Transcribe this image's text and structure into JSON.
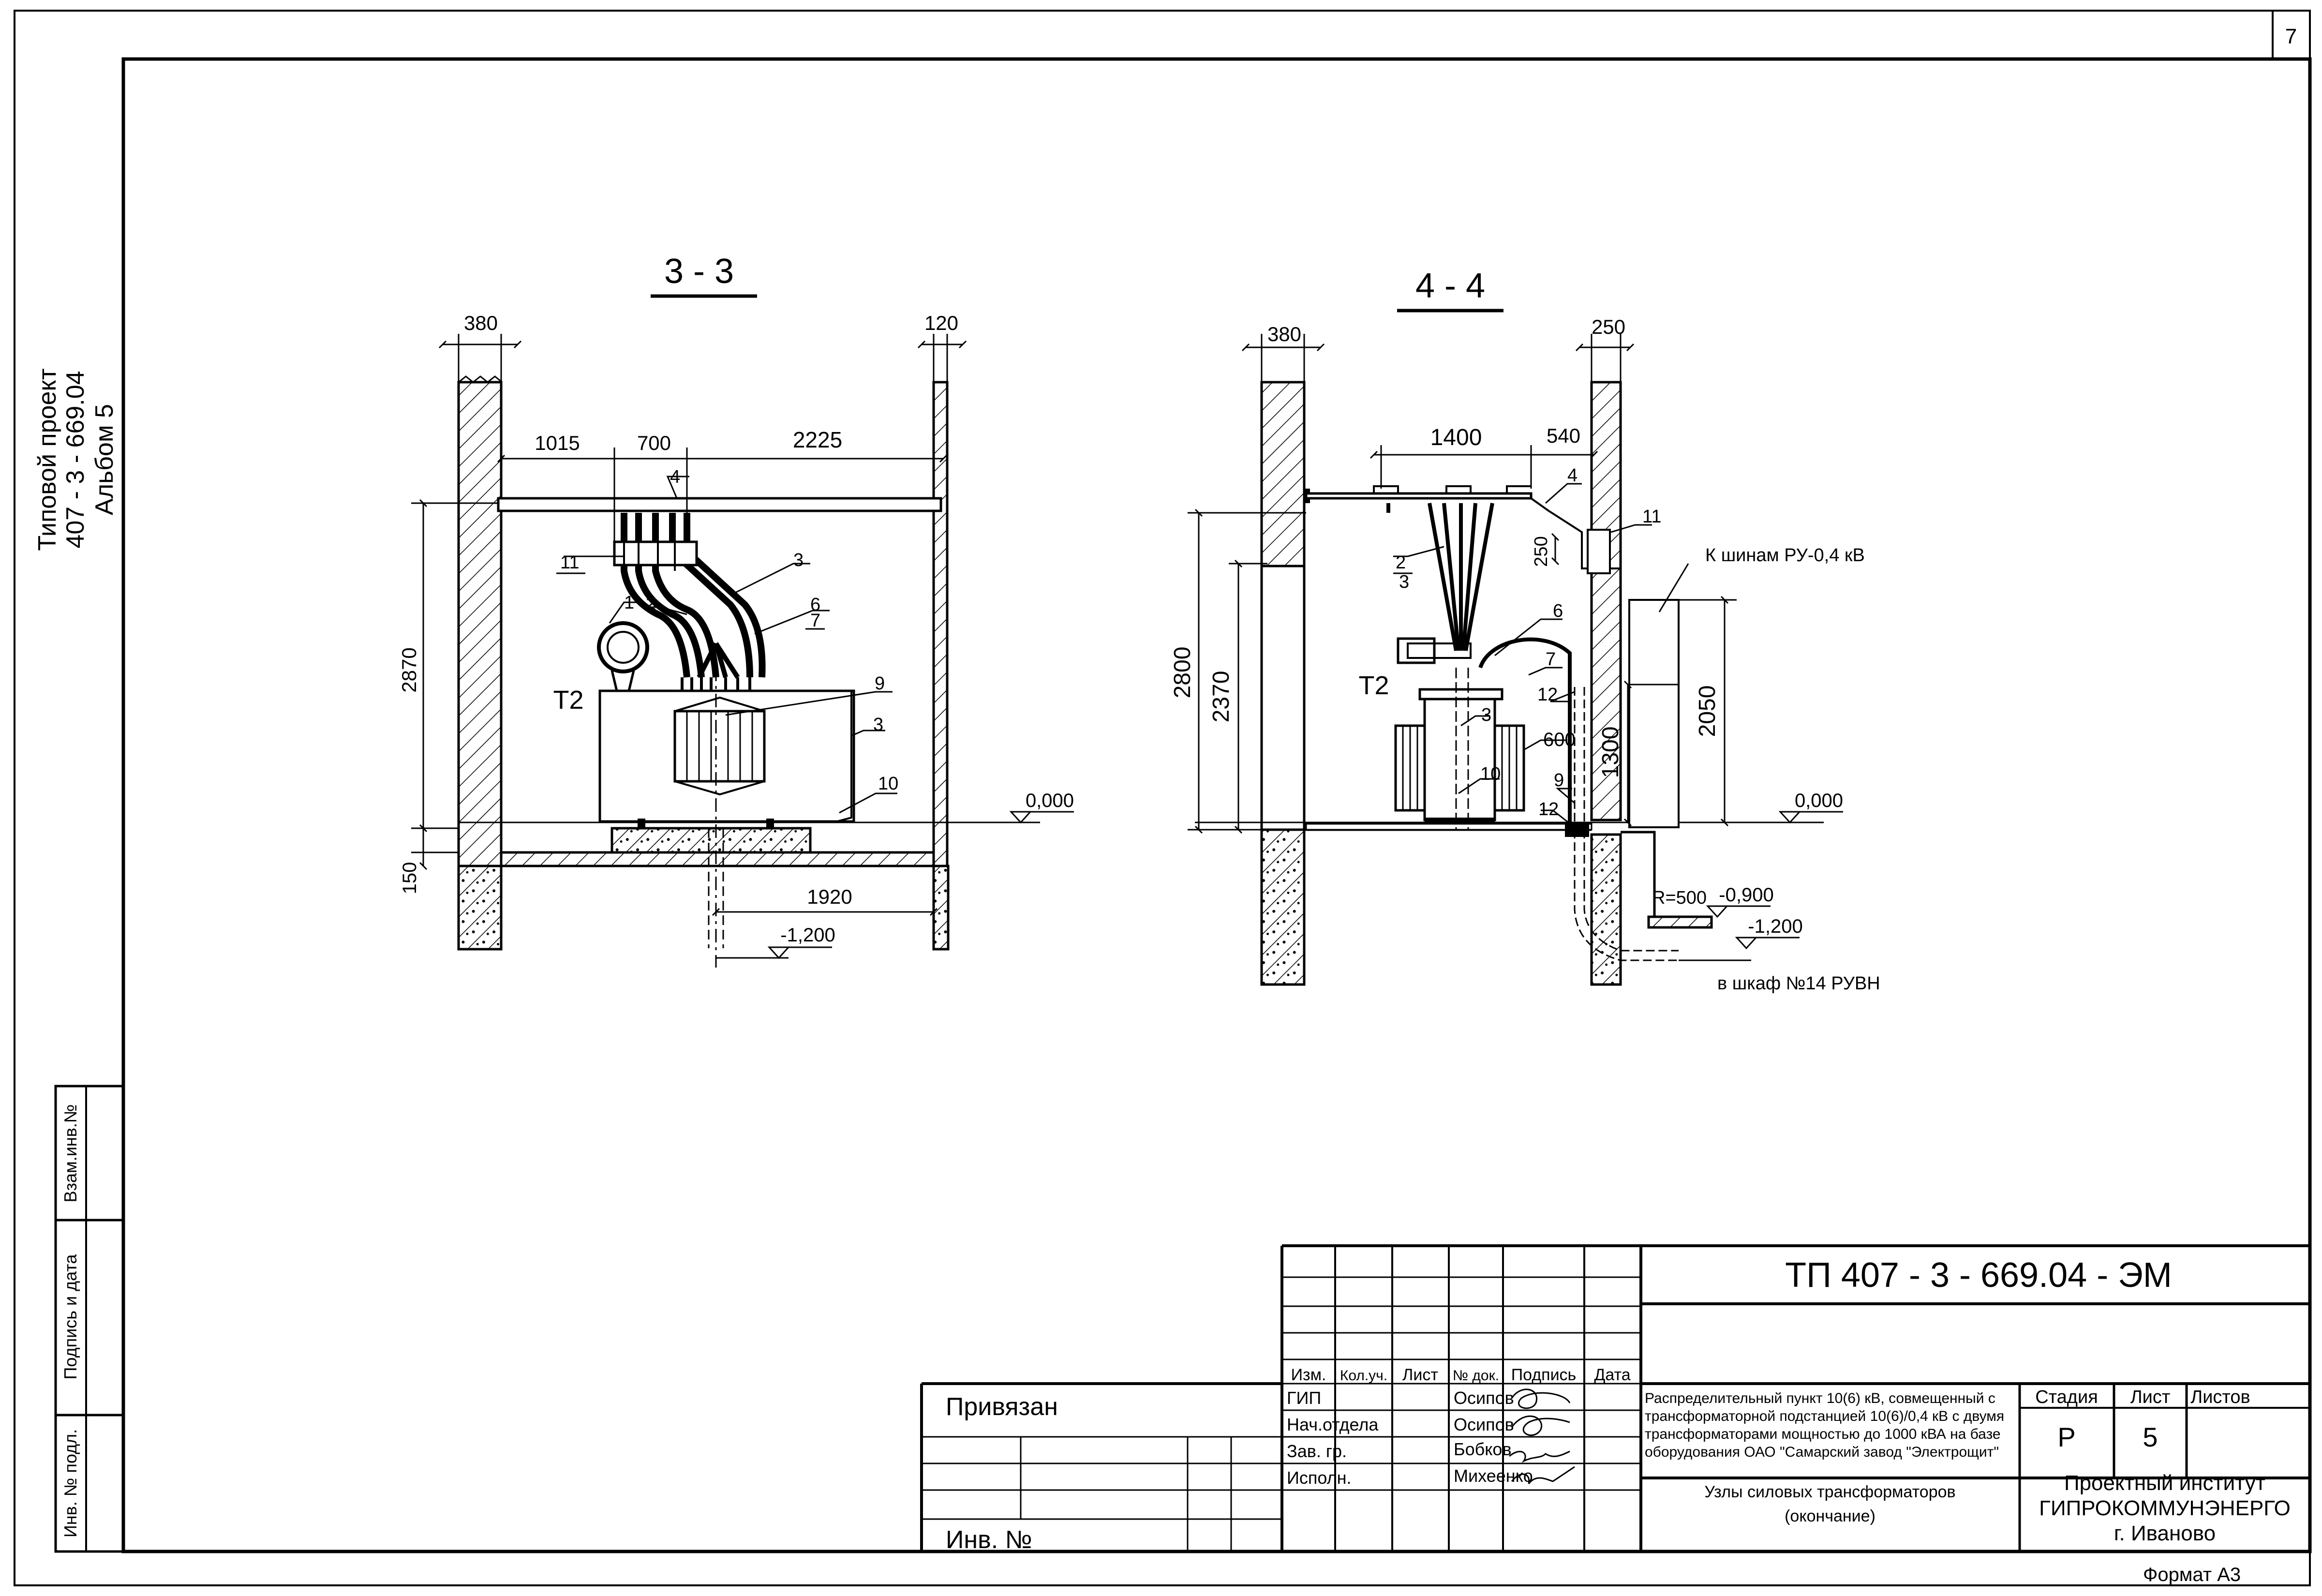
{
  "page_number": "7",
  "side_title": {
    "line1": "Типовой проект",
    "line2": "407 - 3 - 669.04",
    "line3": "Альбом 5"
  },
  "section_3_3": {
    "title": "3 - 3",
    "transformer_label": "Т2",
    "dims": {
      "wall_left": "380",
      "wall_right": "120",
      "d1015": "1015",
      "d700": "700",
      "d2225": "2225",
      "d2870": "2870",
      "d150": "150",
      "d1920": "1920"
    },
    "levels": {
      "zero": "0,000",
      "minus": "-1,200"
    },
    "callouts": {
      "c1": "1",
      "c2": "2",
      "c3a": "3",
      "c3b": "3",
      "c4": "4",
      "c6": "6",
      "c7": "7",
      "c9": "9",
      "c10": "10",
      "c11": "11"
    }
  },
  "section_4_4": {
    "title": "4 - 4",
    "transformer_label": "Т2",
    "dims": {
      "wall_left": "380",
      "wall_right": "250",
      "d1400": "1400",
      "d540": "540",
      "d250": "250",
      "d2800": "2800",
      "d2370": "2370",
      "d600": "600",
      "d1300": "1300",
      "d2050": "2050"
    },
    "levels": {
      "zero": "0,000",
      "minus_900": "-0,900",
      "minus_1200": "-1,200"
    },
    "radius": "R=500",
    "callouts": {
      "c2": "2",
      "c3a": "3",
      "c3b": "3",
      "c4": "4",
      "c6": "6",
      "c7": "7",
      "c9": "9",
      "c10": "10",
      "c11": "11",
      "c12a": "12",
      "c12b": "12"
    },
    "note_busbars": "К шинам РУ-0,4 кВ",
    "note_cabinet": "в шкаф №14 РУВН"
  },
  "side_stamp": {
    "box1": "Взам.инв.№",
    "box2": "Подпись и дата",
    "box3": "Инв. № подл."
  },
  "title_block": {
    "privyazan": "Привязан",
    "inv_no": "Инв. №",
    "doc_code": "ТП 407 - 3 - 669.04 - ЭМ",
    "header_cols": [
      "Изм.",
      "Кол.уч.",
      "Лист",
      "№ док.",
      "Подпись",
      "Дата"
    ],
    "roles": [
      {
        "role": "ГИП",
        "name": "Осипов"
      },
      {
        "role": "Нач.отдела",
        "name": "Осипов"
      },
      {
        "role": "Зав. гр.",
        "name": "Бобков"
      },
      {
        "role": "Исполн.",
        "name": "Михеенко"
      }
    ],
    "description": [
      "Распределительный пункт 10(6) кВ, совмещенный с",
      "трансформаторной подстанцией 10(6)/0,4 кВ с двумя",
      "трансформаторами мощностью до 1000 кВА на базе",
      "оборудования ОАО \"Самарский завод \"Электрощит\""
    ],
    "sheet_title": [
      "Узлы силовых трансформаторов",
      "(окончание)"
    ],
    "stage_label": "Стадия",
    "sheet_label": "Лист",
    "sheets_label": "Листов",
    "stage_value": "Р",
    "sheet_value": "5",
    "sheets_value": "",
    "organization": [
      "Проектный институт",
      "ГИПРОКОММУНЭНЕРГО",
      "г. Иваново"
    ]
  },
  "format_label": "Формат А3"
}
